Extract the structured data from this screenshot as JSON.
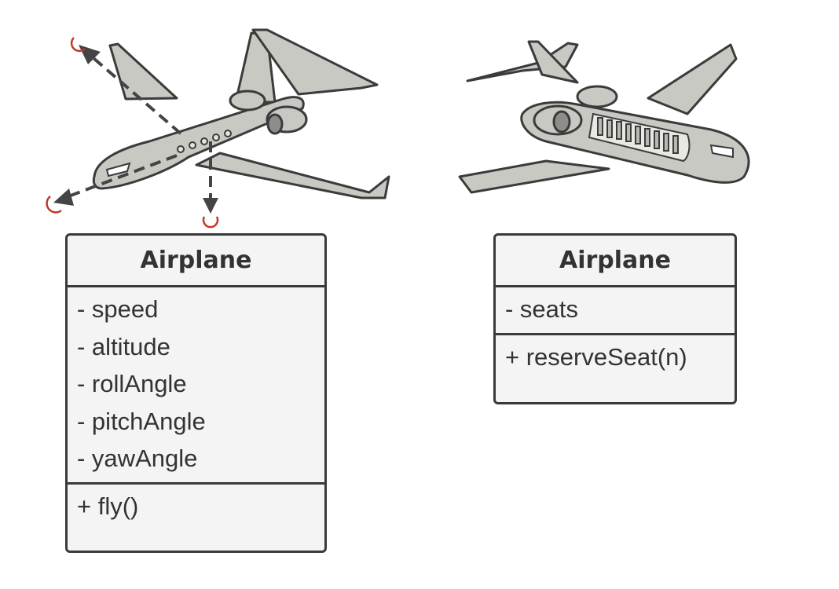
{
  "left_class": {
    "name": "Airplane",
    "attributes": [
      "- speed",
      "- altitude",
      "- rollAngle",
      "- pitchAngle",
      "- yawAngle"
    ],
    "methods": [
      "+ fly()"
    ]
  },
  "right_class": {
    "name": "Airplane",
    "attributes": [
      "- seats"
    ],
    "methods": [
      "+ reserveSeat(n)"
    ]
  },
  "colors": {
    "plane_body": "#c9c9c4",
    "plane_outline": "#3b3b3b",
    "arrow": "#444444",
    "rotation_marker": "#c0392b",
    "box_fill": "#f4f4f4",
    "box_border": "#3a3a3a"
  },
  "illustrations": {
    "left": "airplane-with-flight-axes-icon",
    "right": "airplane-cutaway-with-seats-icon"
  }
}
